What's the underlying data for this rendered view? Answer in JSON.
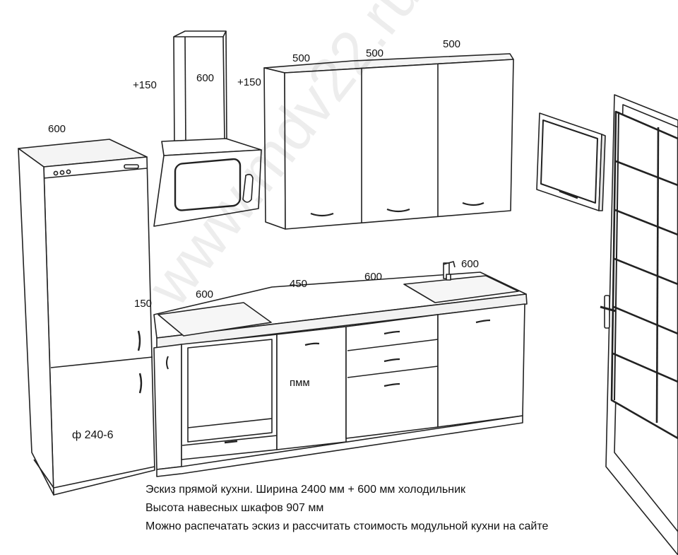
{
  "labels": {
    "hood_plus_left": "+150",
    "hood_width": "600",
    "wall_plus_right": "+150",
    "wall_cab_1": "500",
    "wall_cab_2": "500",
    "wall_cab_3": "500",
    "fridge_width": "600",
    "fridge_gap": "150",
    "hob_width": "600",
    "dishwasher_width": "450",
    "drawers_width": "600",
    "sink_width": "600",
    "dishwasher_label": "пмм",
    "fridge_model": "ф 240-6"
  },
  "caption": {
    "line1": "Эскиз прямой кухни. Ширина 2400 мм + 600 мм холодильник",
    "line2": "Высота навесных шкафов 907 мм",
    "line3": "Можно распечатать эскиз и рассчитать стоимость модульной кухни на сайте"
  },
  "watermark": "www.mdv22.ru"
}
